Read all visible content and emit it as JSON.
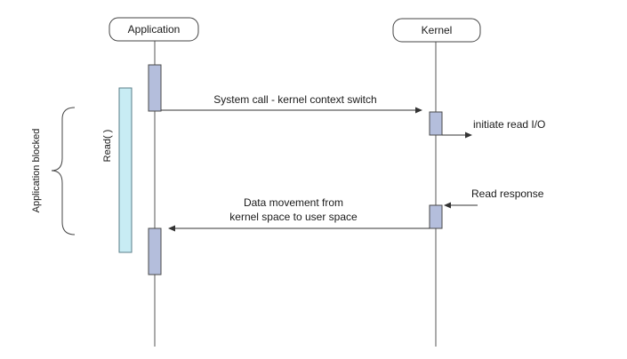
{
  "participants": {
    "application": "Application",
    "kernel": "Kernel"
  },
  "messages": {
    "system_call": "System call - kernel context switch",
    "initiate_io": "initiate read I/O",
    "read_response": "Read response",
    "data_movement_line1": "Data movement from",
    "data_movement_line2": "kernel space to user space"
  },
  "labels": {
    "read_call": "Read( )",
    "application_blocked": "Application blocked"
  },
  "colors": {
    "line": "#555555",
    "activation_fill": "#b4bedc",
    "activation_stroke": "#4a4a4a",
    "read_bar_fill": "#c8ecf4",
    "read_bar_stroke": "#5a7e88",
    "head_fill": "#ffffff"
  }
}
